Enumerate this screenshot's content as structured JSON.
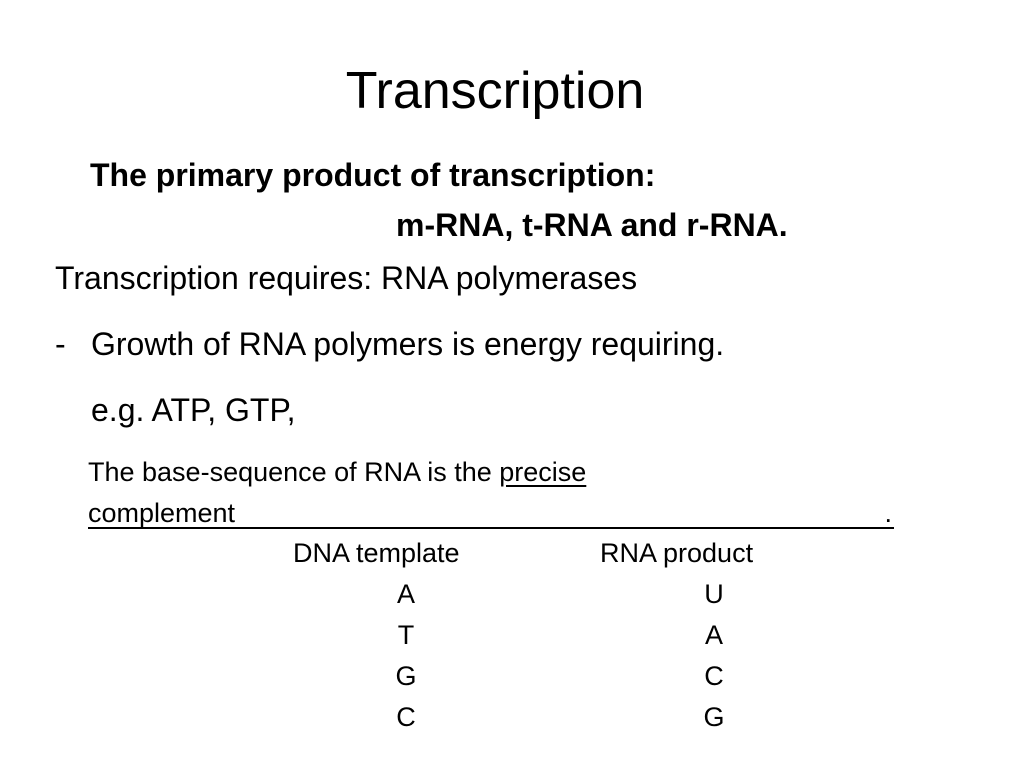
{
  "slide": {
    "title": "Transcription",
    "subheading_line1": "The primary product of transcription:",
    "subheading_line2": "m-RNA, t-RNA and r-RNA.",
    "requires": "Transcription requires: RNA polymerases",
    "bullet_dash": "-",
    "bullet_text": "Growth of RNA polymers is energy requiring.",
    "example": "e.g. ATP, GTP,",
    "base_sequence_prefix": "The base-sequence of RNA is the ",
    "base_sequence_underlined": "precise",
    "complement_word": "complement",
    "complement_end": "."
  },
  "table": {
    "dna_header": "DNA template",
    "rna_header": "RNA product",
    "rows": [
      {
        "dna": "A",
        "rna": "U"
      },
      {
        "dna": "T",
        "rna": "A"
      },
      {
        "dna": "G",
        "rna": "C"
      },
      {
        "dna": "C",
        "rna": "G"
      }
    ]
  }
}
